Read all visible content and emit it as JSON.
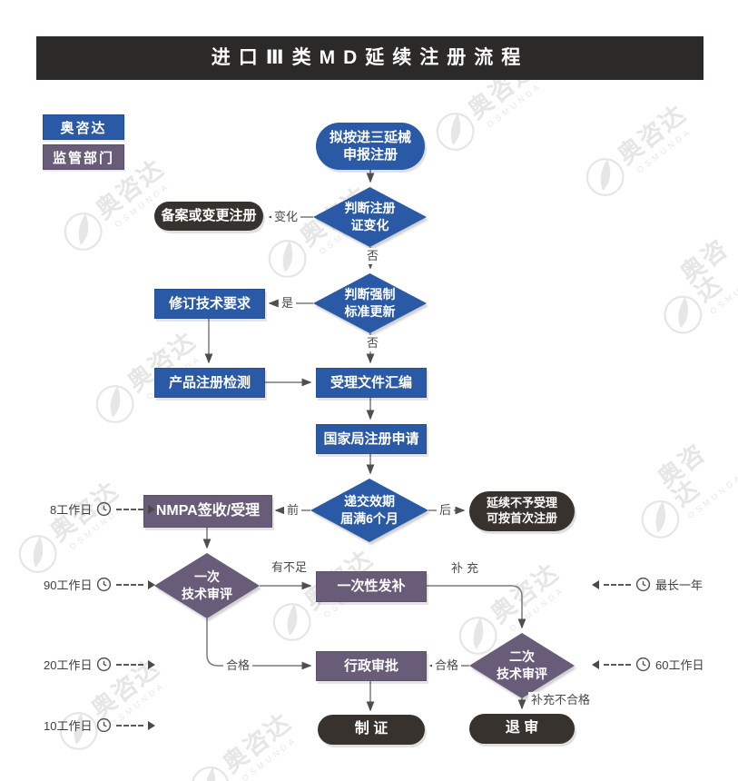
{
  "title": "进口Ⅲ类MD延续注册流程",
  "legend": {
    "osmunda": "奥咨达",
    "regulator": "监管部门"
  },
  "watermark": {
    "text": "奥咨达",
    "subtext": "OSMUNDA"
  },
  "nodes": {
    "start": "拟按进三延械\n申报注册",
    "judge_cert_change": "判断注册\n证变化",
    "filing_or_change": "备案或变更注册",
    "judge_standard_update": "判断强制\n标准更新",
    "revise_tech_req": "修订技术要求",
    "product_test": "产品注册检测",
    "dossier_compile": "受理文件汇编",
    "nmpa_application": "国家局注册申请",
    "submit_before_expiry": "递交效期\n届满6个月",
    "nmpa_acceptance": "NMPA签收/受理",
    "renewal_rejected": "延续不予受理\n可按首次注册",
    "first_review": "一次\n技术审评",
    "one_time_supplement": "一次性发补",
    "second_review": "二次\n技术审评",
    "admin_approval": "行政审批",
    "issue_cert": "制 证",
    "return_review": "退 审"
  },
  "edge_labels": {
    "change": "变化",
    "no1": "否",
    "yes": "是",
    "no2": "否",
    "before": "前",
    "after": "后",
    "insufficient": "有不足",
    "supplement": "补充",
    "qualified_left": "合格",
    "qualified_right": "合格",
    "supplement_failed": "补充不合格"
  },
  "timings": {
    "t8": "8工作日",
    "t90": "90工作日",
    "t20": "20工作日",
    "t10": "10工作日",
    "t_year": "最长一年",
    "t60": "60工作日"
  },
  "colors": {
    "blue": "#2a5aa5",
    "purple": "#695c79",
    "dark": "#37322e",
    "title_bar": "#2b2a29",
    "line": "#7a7a7a"
  }
}
